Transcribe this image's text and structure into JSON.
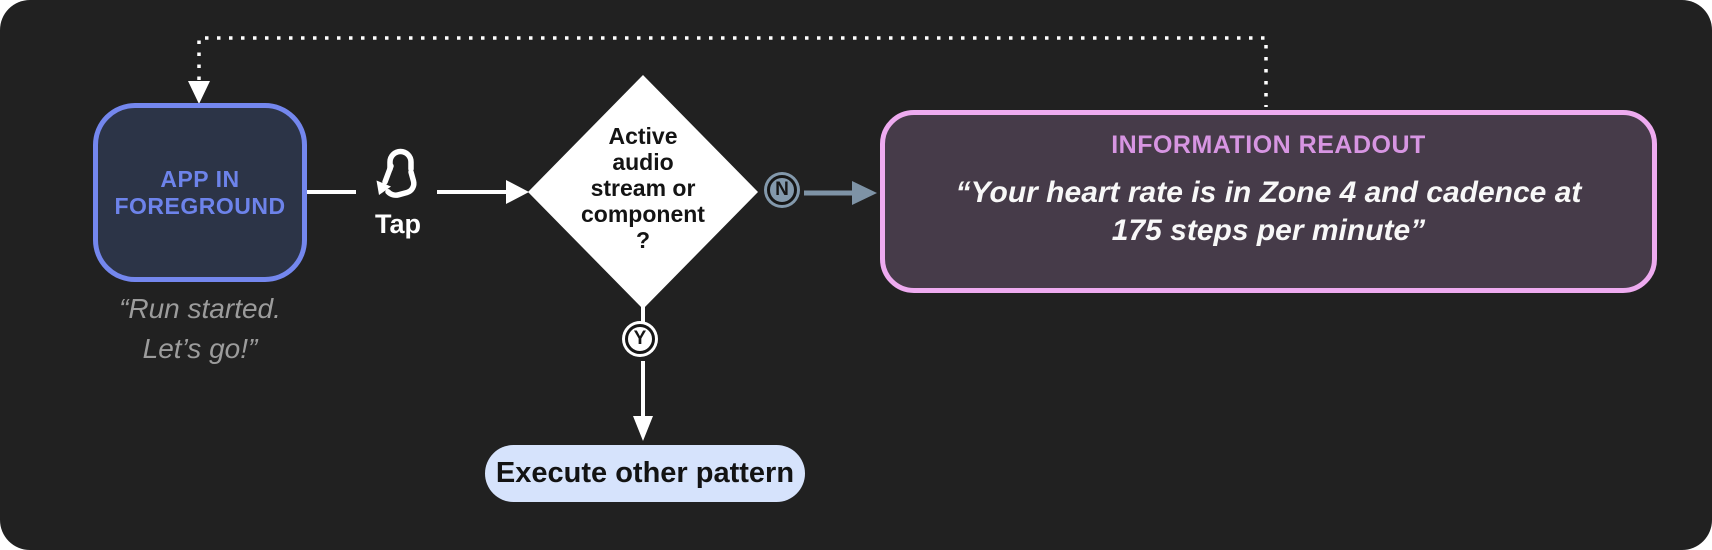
{
  "colors": {
    "panel_bg": "#212121",
    "app_node_border": "#7487ee",
    "app_node_fill": "#2c3447",
    "app_node_text": "#6d83ea",
    "quote_text": "#9c9c9c",
    "wire_white": "#ffffff",
    "branch_no_fill": "#8399ac",
    "wire_slate": "#7e93a6",
    "readout_border": "#eeabf0",
    "readout_fill": "#463b49",
    "readout_title": "#d795e2",
    "execute_pill_fill": "#d6e3fc"
  },
  "nodes": {
    "app": {
      "lines": [
        "APP IN",
        "FOREGROUND"
      ],
      "quote_lines": [
        "“Run started.",
        "Let’s go!”"
      ]
    },
    "decision": {
      "lines": [
        "Active",
        "audio",
        "stream or",
        "component",
        "?"
      ]
    },
    "readout": {
      "title": "INFORMATION READOUT",
      "body_lines": [
        "“Your heart rate is in Zone 4 and cadence at",
        "175 steps per minute”"
      ]
    },
    "execute": {
      "label": "Execute other pattern"
    }
  },
  "edges": {
    "tap_label": "Tap",
    "no_label": "N",
    "yes_label": "Y"
  },
  "icons": {
    "tap": "tap-gesture-icon"
  }
}
